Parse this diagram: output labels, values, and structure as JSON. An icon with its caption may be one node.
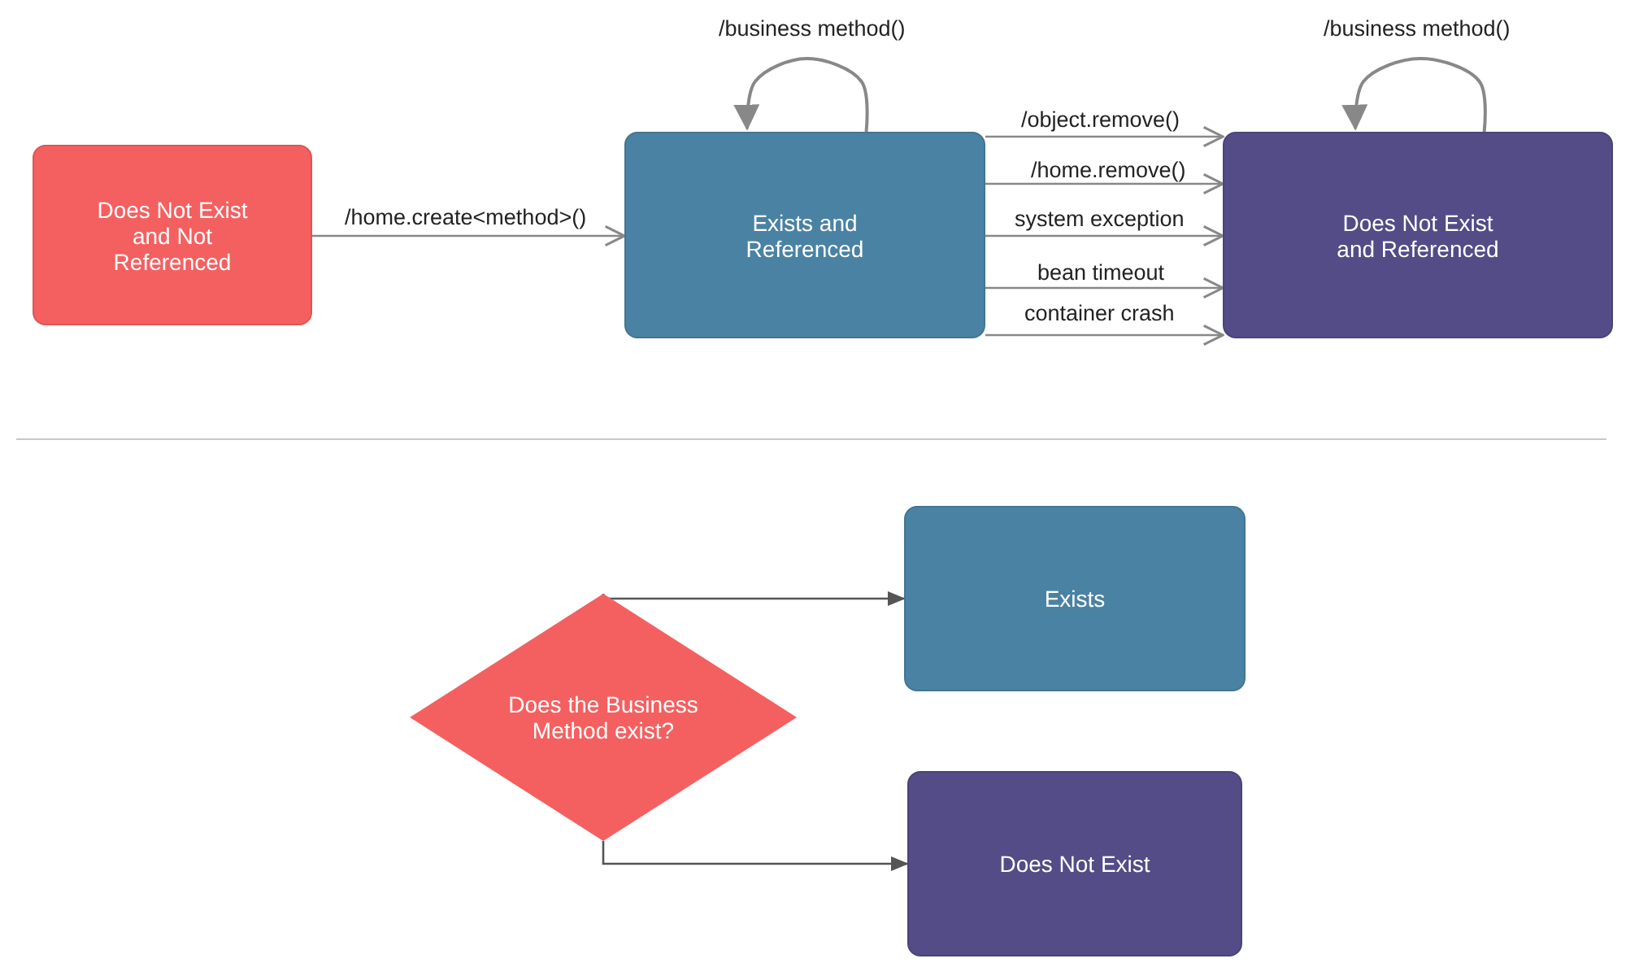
{
  "diagram": {
    "nodes": [
      {
        "text": [
          "Does Not Exist and Not Referenced"
        ]
      },
      {
        "text": [
          "Exists and Referenced"
        ]
      },
      {
        "text": [
          "Does Not Exist and Referenced"
        ]
      },
      {
        "text": [
          "Does the Business Method exist?"
        ]
      },
      {
        "text": [
          "Exists"
        ]
      },
      {
        "text": [
          "Does Not Exist"
        ]
      }
    ],
    "edges": [
      {
        "from": 0,
        "to": 1,
        "arrow": "to",
        "label": "/home.create<method>()"
      },
      {
        "from": 1,
        "to": 1,
        "arrow": "to",
        "label": "/business method()"
      },
      {
        "from": 2,
        "to": 2,
        "arrow": "to",
        "label": "/business method()"
      },
      {
        "from": 1,
        "to": 2,
        "arrow": "to",
        "label": "/object.remove()"
      },
      {
        "from": 1,
        "to": 2,
        "arrow": "to",
        "label": "/home.remove()"
      },
      {
        "from": 1,
        "to": 2,
        "arrow": "to",
        "label": "system exception"
      },
      {
        "from": 1,
        "to": 2,
        "arrow": "to",
        "label": "bean timeout"
      },
      {
        "from": 1,
        "to": 2,
        "arrow": "to",
        "label": "container crash"
      },
      {
        "from": 3,
        "to": 4,
        "arrow": "to",
        "color": "#555555"
      },
      {
        "from": 3,
        "to": 5,
        "arrow": "to",
        "color": "#555555"
      }
    ]
  }
}
